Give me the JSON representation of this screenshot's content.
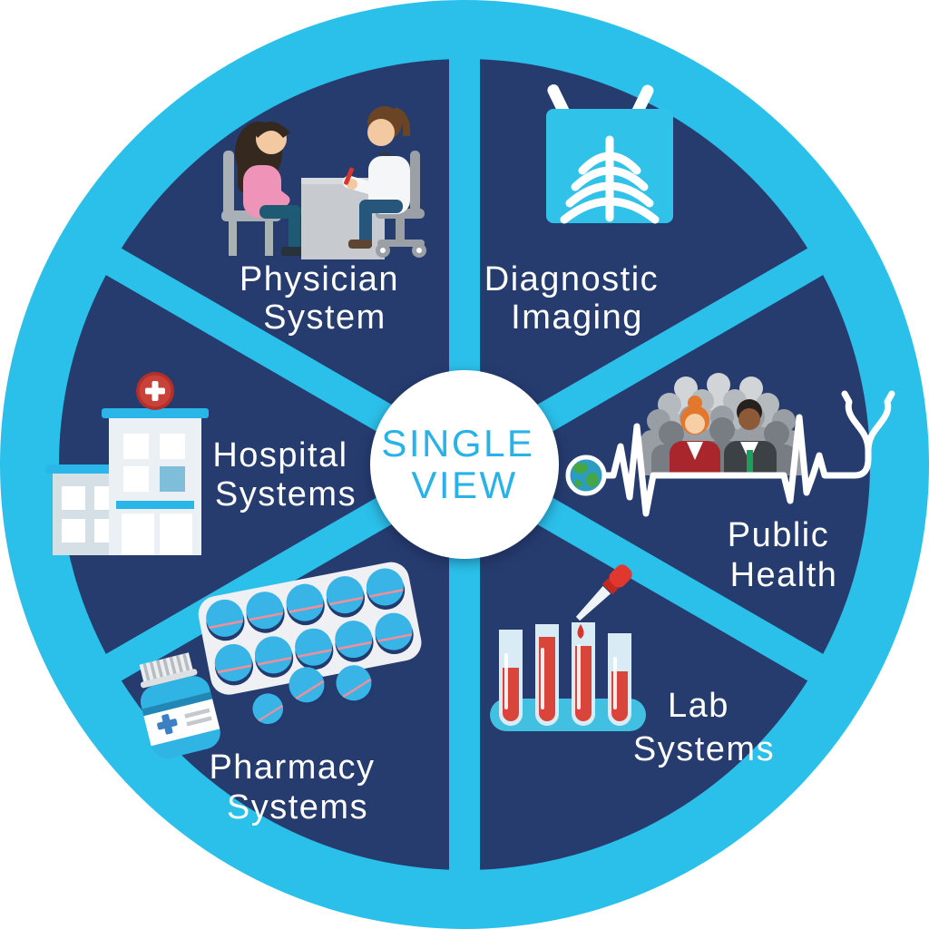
{
  "title": "Single View healthcare systems wheel",
  "center": {
    "line1": "SINGLE",
    "line2": "VIEW"
  },
  "segments": [
    {
      "id": "physician-system",
      "label_lines": [
        "Physician",
        "System"
      ],
      "icon": "doctor-patient-icon"
    },
    {
      "id": "diagnostic-imaging",
      "label_lines": [
        "Diagnostic",
        "Imaging"
      ],
      "icon": "xray-film-icon"
    },
    {
      "id": "public-health",
      "label_lines": [
        "Public",
        "Health"
      ],
      "icon": "population-heartbeat-icon"
    },
    {
      "id": "lab-systems",
      "label_lines": [
        "Lab",
        "Systems"
      ],
      "icon": "test-tubes-icon"
    },
    {
      "id": "pharmacy-systems",
      "label_lines": [
        "Pharmacy",
        "Systems"
      ],
      "icon": "pills-icon"
    },
    {
      "id": "hospital-systems",
      "label_lines": [
        "Hospital",
        "Systems"
      ],
      "icon": "hospital-building-icon"
    }
  ],
  "colors": {
    "ring_cyan": "#2bc0e9",
    "segment_navy": "#263c6f",
    "center_bg": "#ffffff",
    "center_text": "#29b2e6",
    "label_text": "#ffffff",
    "xray_blue": "#31c2ea",
    "accent_red": "#c8392f",
    "pill_blue": "#39b4e7",
    "tube_red": "#d9453b"
  }
}
